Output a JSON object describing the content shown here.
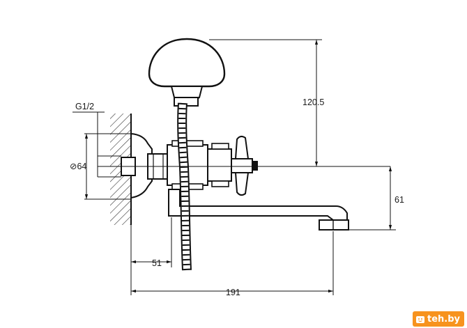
{
  "labels": {
    "thread": "G1/2",
    "diameter": "⊘64",
    "height_shower": "120.5",
    "height_spout": "61",
    "offset": "51",
    "length": "191"
  },
  "watermark": {
    "text": "teh.by",
    "icon": "smiley-bag-icon",
    "color": "#f7931e"
  }
}
